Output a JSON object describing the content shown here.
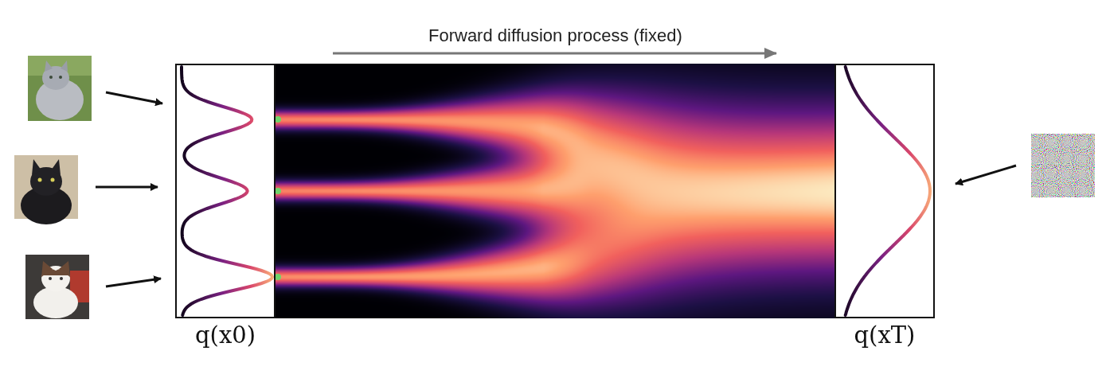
{
  "diagram": {
    "nodes": [
      {
        "text": [
          "q(x0)"
        ]
      },
      {
        "text": [
          "q(xT)"
        ]
      }
    ],
    "labels": [
      "Forward diffusion process (fixed)"
    ]
  }
}
